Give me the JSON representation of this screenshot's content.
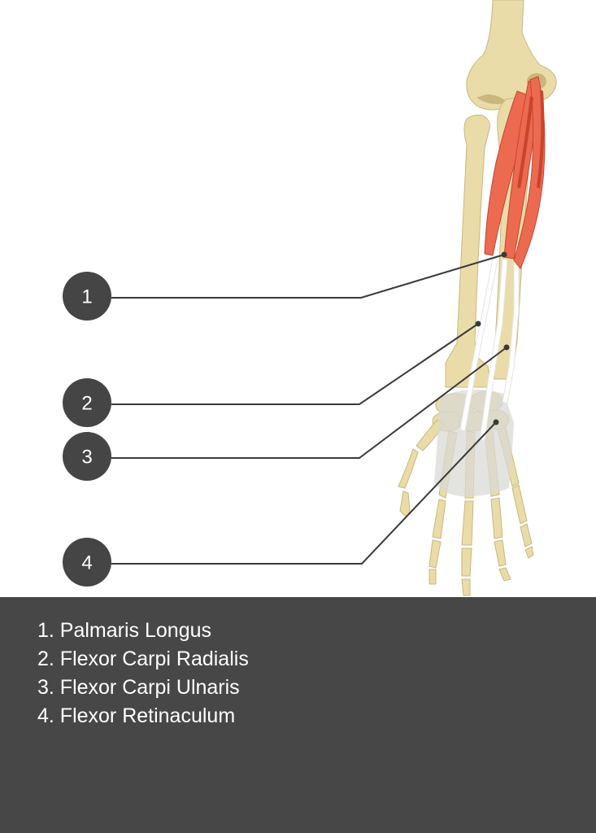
{
  "colors": {
    "background": "#ffffff",
    "legend_panel": "#474747",
    "legend_text": "#ffffff",
    "marker_fill": "#454545",
    "marker_text": "#ffffff",
    "leader_line": "#3a3a3a",
    "bone": "#eadca8",
    "bone_shade": "#c9b77c",
    "muscle": "#ec6a50",
    "muscle_shade": "#c9442f",
    "tendon": "#ffffff",
    "retinaculum": "#d9d9d6"
  },
  "markers": [
    {
      "label": "1",
      "structure": "Palmaris Longus"
    },
    {
      "label": "2",
      "structure": "Flexor Carpi Radialis"
    },
    {
      "label": "3",
      "structure": "Flexor Carpi Ulnaris"
    },
    {
      "label": "4",
      "structure": "Flexor Retinaculum"
    }
  ],
  "legend": [
    "1. Palmaris Longus",
    "2. Flexor Carpi Radialis",
    "3. Flexor Carpi Ulnaris",
    "4. Flexor Retinaculum"
  ]
}
